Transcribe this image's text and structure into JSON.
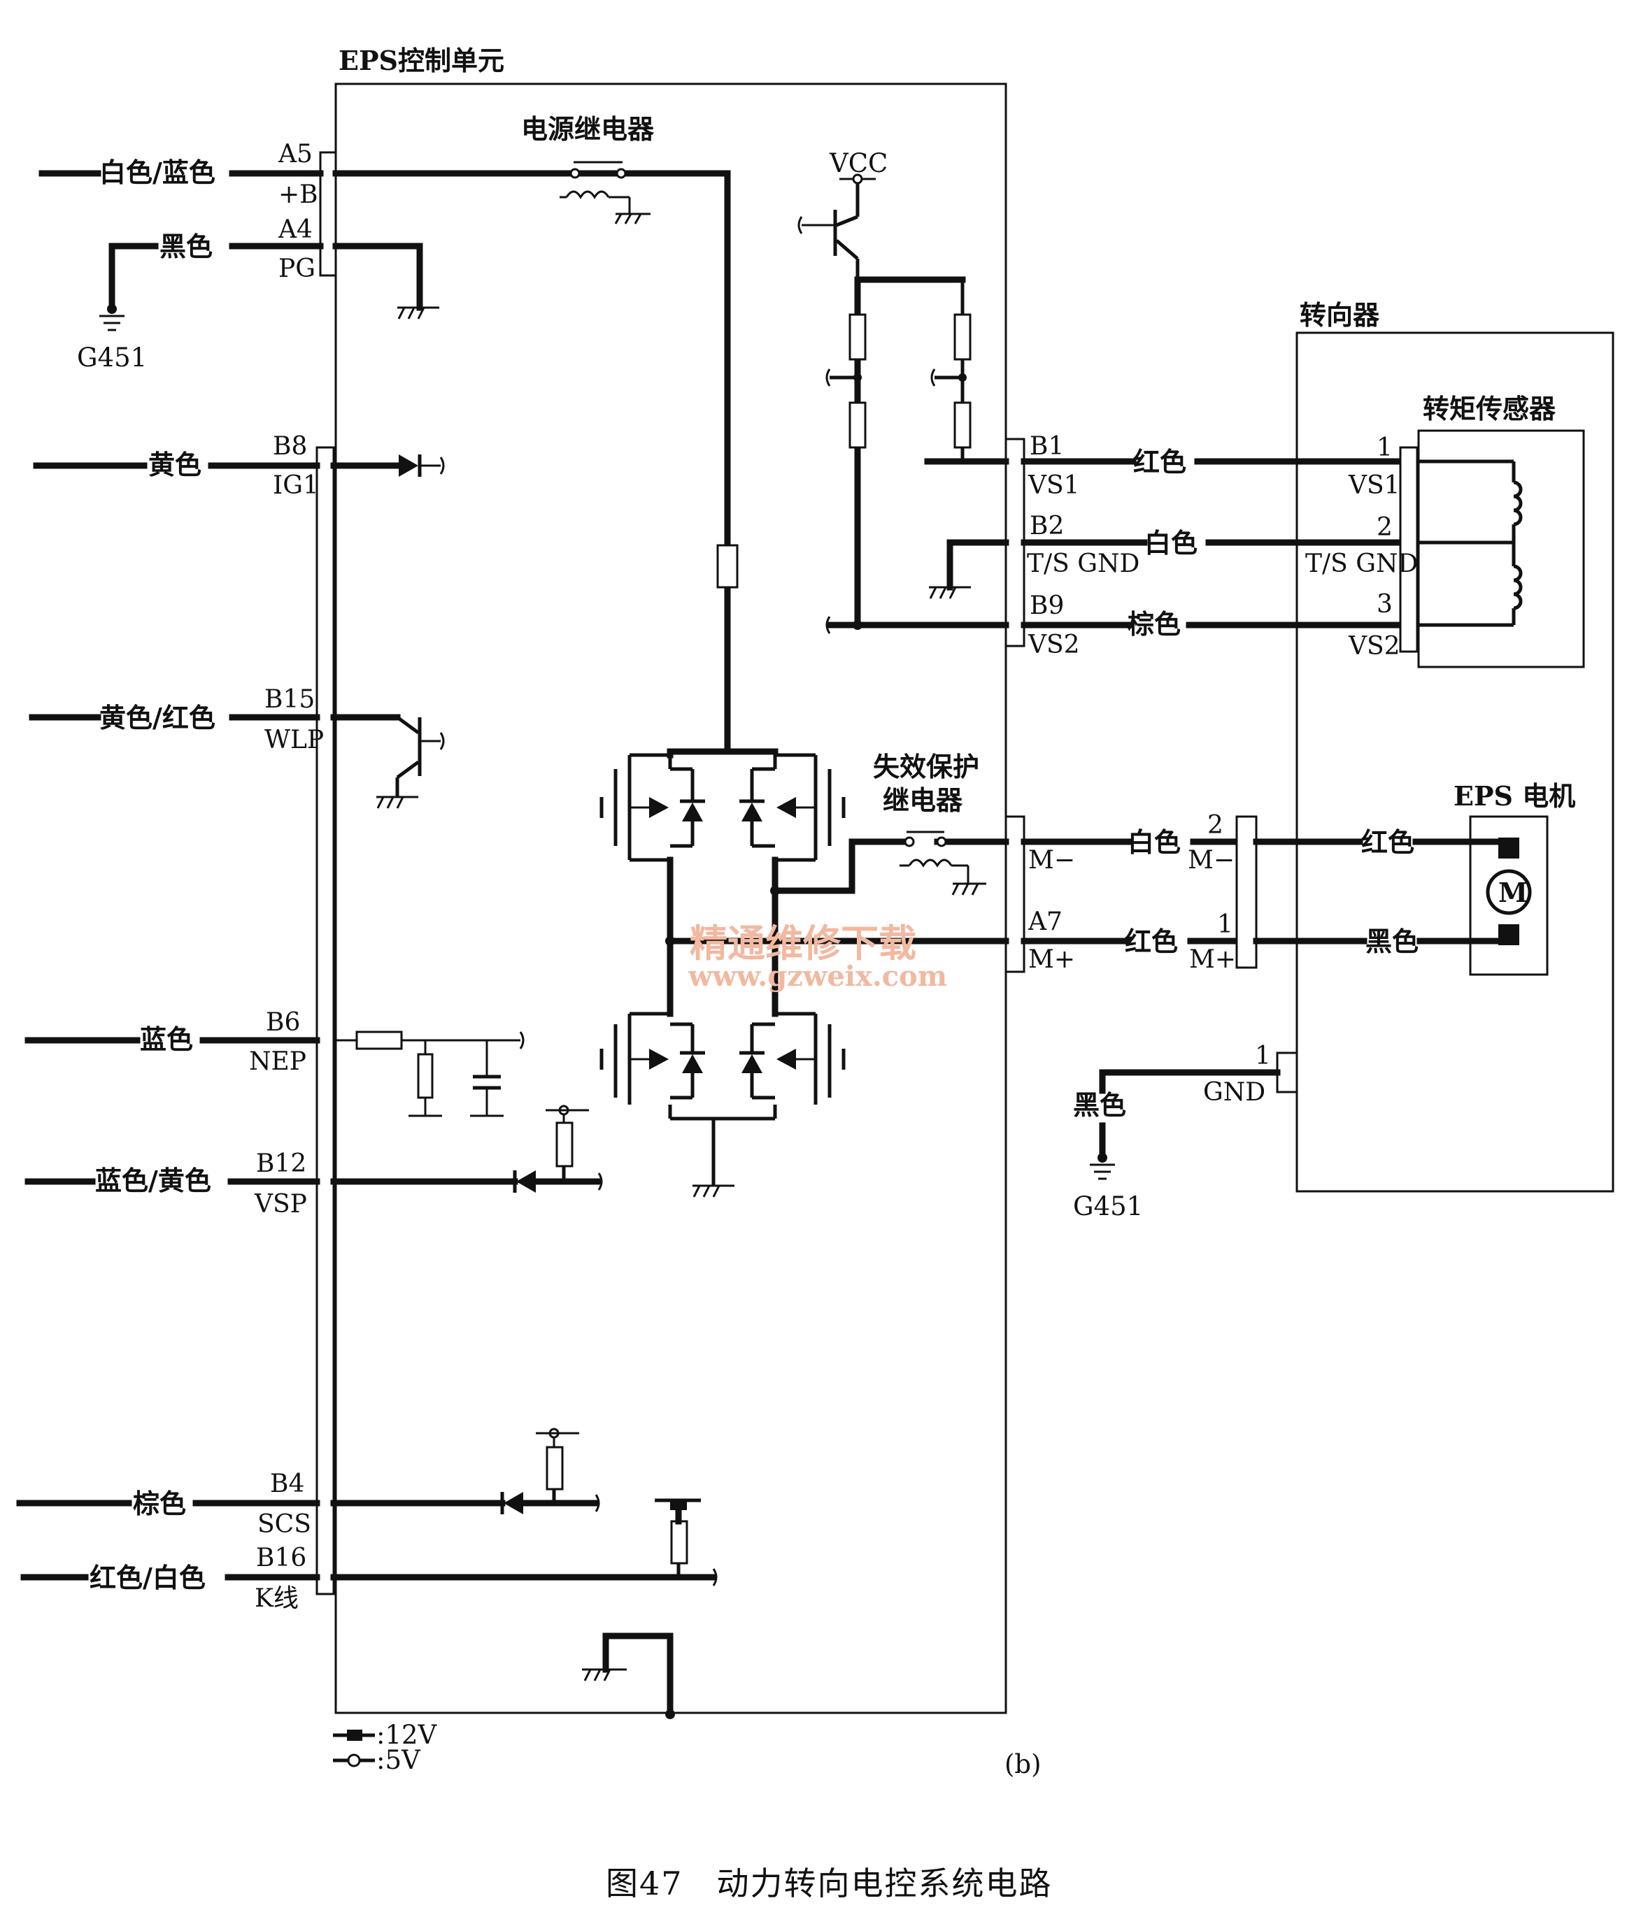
{
  "figure": {
    "caption": "图47　动力转向电控系统电路",
    "subfig_label": "(b)",
    "watermark": {
      "line1": "精通维修下载",
      "line2": "www.gzweix.com"
    }
  },
  "ecu": {
    "title": "EPS控制单元",
    "power_relay": "电源继电器",
    "failsafe_relay_line1": "失效保护",
    "failsafe_relay_line2": "继电器",
    "vcc": "VCC"
  },
  "pins": [
    {
      "code": "A5",
      "name": "+B",
      "wire": "白色/蓝色"
    },
    {
      "code": "A4",
      "name": "PG",
      "wire": "黑色"
    },
    {
      "code": "B8",
      "name": "IG1",
      "wire": "黄色"
    },
    {
      "code": "B15",
      "name": "WLP",
      "wire": "黄色/红色"
    },
    {
      "code": "B6",
      "name": "NEP",
      "wire": "蓝色"
    },
    {
      "code": "B12",
      "name": "VSP",
      "wire": "蓝色/黄色"
    },
    {
      "code": "B4",
      "name": "SCS",
      "wire": "棕色"
    },
    {
      "code": "B16",
      "name": "K线",
      "wire": "红色/白色"
    },
    {
      "code": "B1",
      "name": "VS1",
      "wire": "红色"
    },
    {
      "code": "B2",
      "name": "T/S GND",
      "wire": "白色"
    },
    {
      "code": "B9",
      "name": "VS2",
      "wire": "棕色"
    },
    {
      "code": "",
      "name": "M−",
      "wire": "白色"
    },
    {
      "code": "A7",
      "name": "M+",
      "wire": "红色"
    }
  ],
  "grounds": {
    "left": "G451",
    "right": "G451",
    "right_wire": "黑色"
  },
  "steering": {
    "title": "转向器",
    "torque_sensor": "转矩传感器",
    "sensor_pins": [
      {
        "num": "1",
        "name": "VS1"
      },
      {
        "num": "2",
        "name": "T/S GND"
      },
      {
        "num": "3",
        "name": "VS2"
      }
    ],
    "motor_title": "EPS 电机",
    "motor_symbol": "M",
    "motor_connector": [
      {
        "num": "2",
        "name": "M−",
        "wire_out": "红色"
      },
      {
        "num": "1",
        "name": "M+",
        "wire_out": "黑色"
      }
    ],
    "gnd_pin": {
      "num": "1",
      "name": "GND"
    }
  },
  "legend": [
    {
      "label": ":12V"
    },
    {
      "label": ":5V"
    }
  ]
}
